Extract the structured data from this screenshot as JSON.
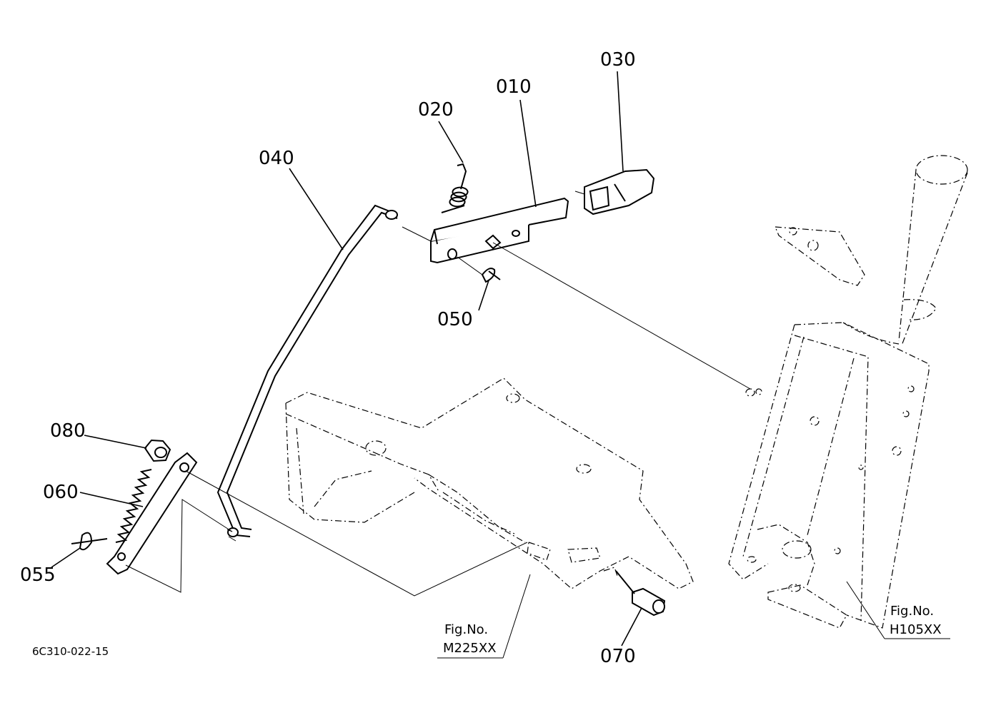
{
  "callouts": {
    "p010": "010",
    "p020": "020",
    "p030": "030",
    "p040": "040",
    "p050": "050",
    "p055": "055",
    "p060": "060",
    "p070": "070",
    "p080": "080"
  },
  "figure_refs": {
    "m225_line1": "Fig.No.",
    "m225_line2": "M225XX",
    "h105_line1": "Fig.No.",
    "h105_line2": "H105XX"
  },
  "drawing_code": "6C310-022-15"
}
